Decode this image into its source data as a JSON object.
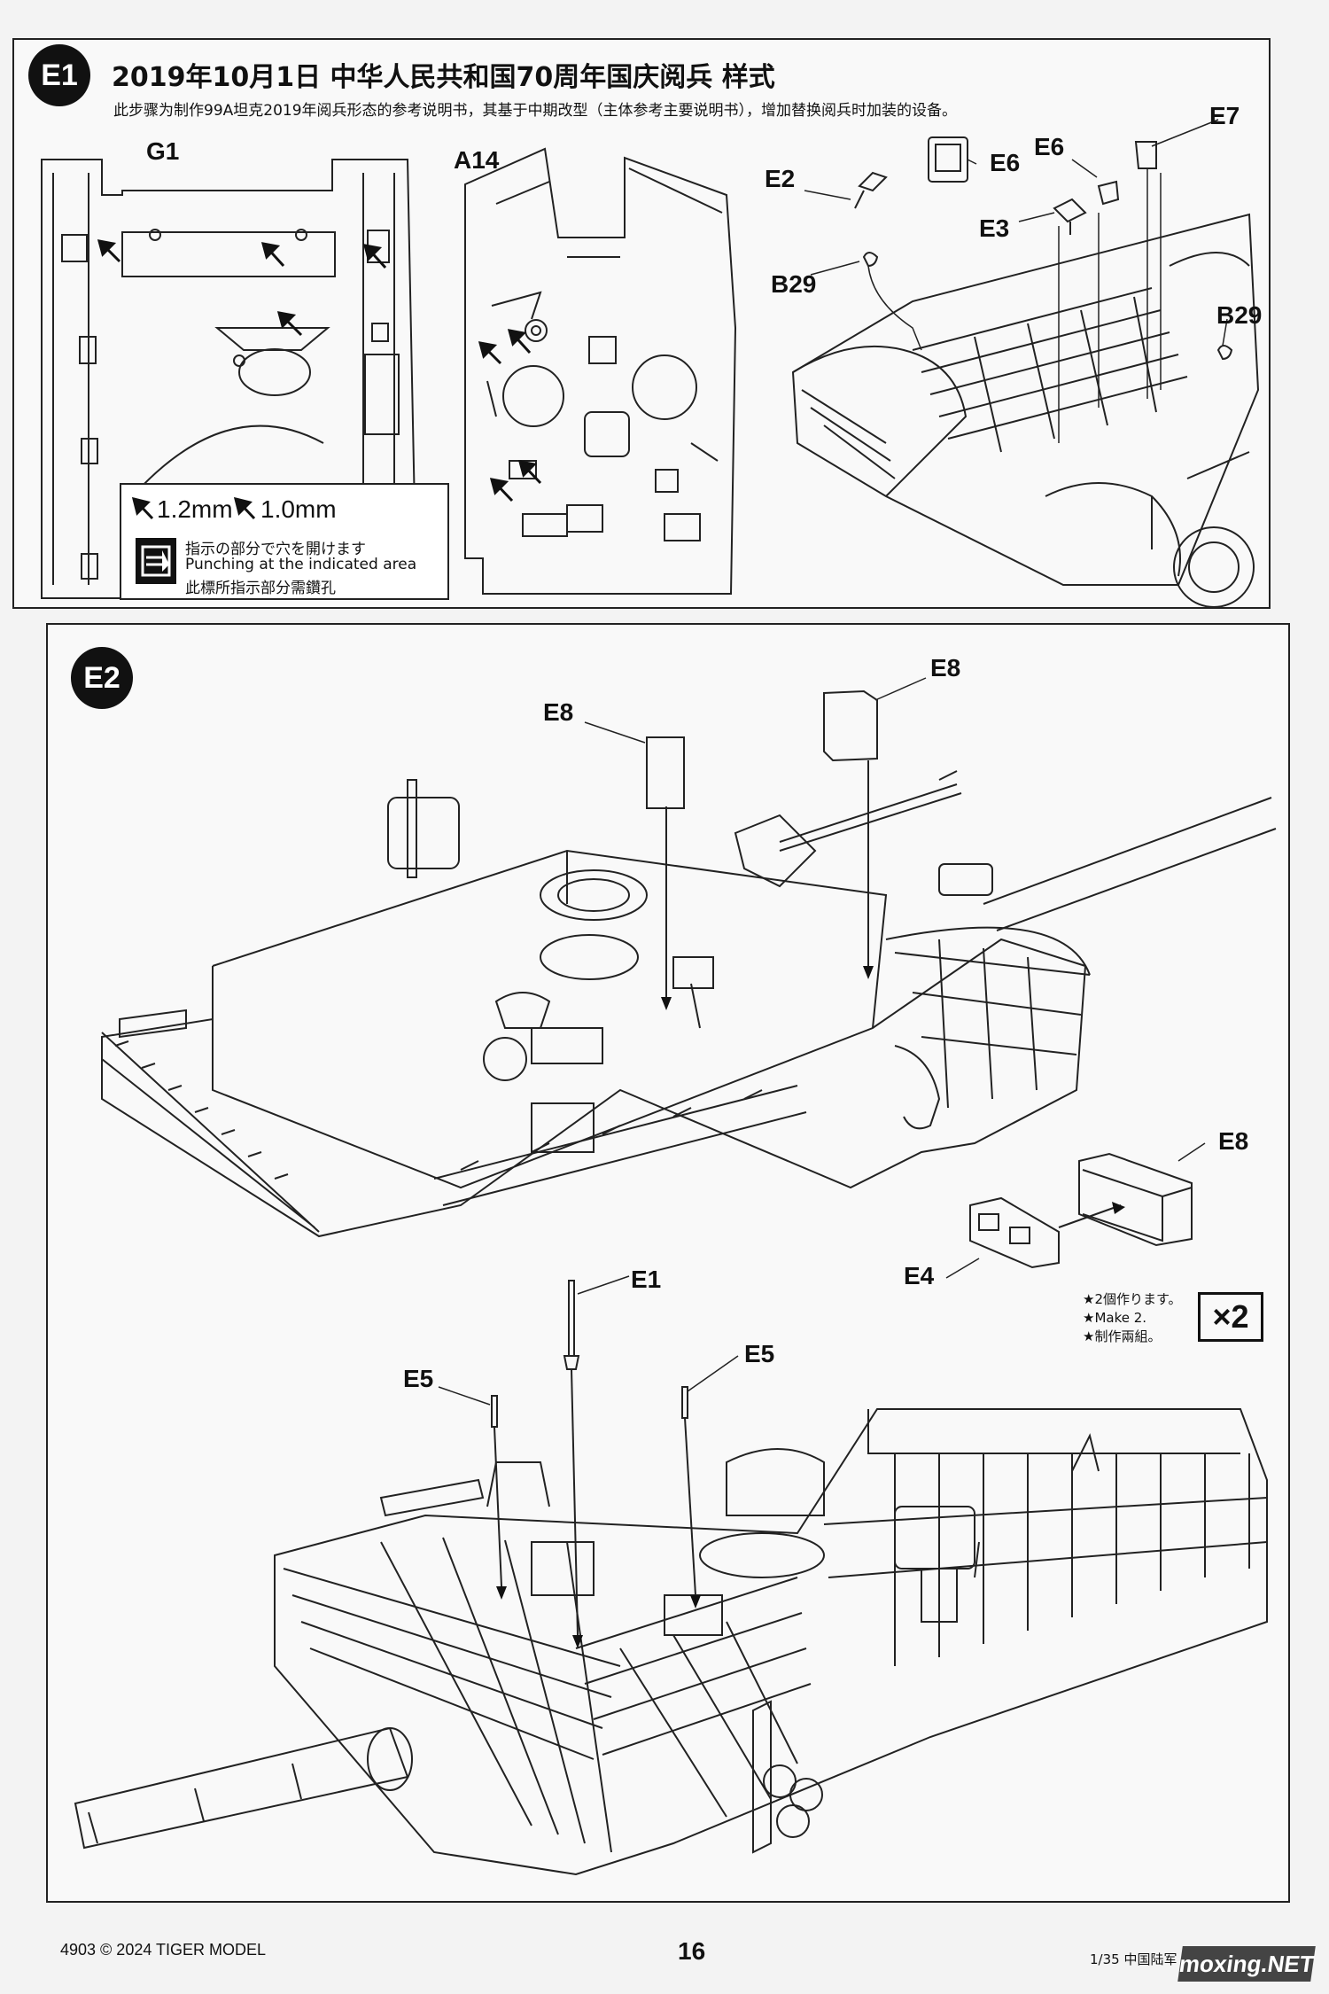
{
  "header": {
    "step_e1": "E1",
    "title": "2019年10月1日 中华人民共和国70周年国庆阅兵 样式",
    "subtitle": "此步骤为制作99A坦克2019年阅兵形态的参考说明书，其基于中期改型（主体参考主要说明书），增加替换阅兵时加装的设备。"
  },
  "e1": {
    "part_g1": "G1",
    "part_a14": "A14",
    "legend": {
      "size_a": "1.2mm",
      "size_b": "1.0mm",
      "note_jp": "指示の部分で穴を開けます",
      "note_en": "Punching at the indicated area",
      "note_zh": "此標所指示部分需鑽孔"
    },
    "callouts": {
      "e2": "E2",
      "e6a": "E6",
      "e6b": "E6",
      "e7": "E7",
      "e3": "E3",
      "b29a": "B29",
      "b29b": "B29"
    }
  },
  "e2": {
    "step_e2": "E2",
    "callouts": {
      "e8a": "E8",
      "e8b": "E8",
      "e8c": "E8",
      "e4": "E4",
      "e1": "E1",
      "e5a": "E5",
      "e5b": "E5"
    },
    "make_note": {
      "jp": "★2個作ります。",
      "en": "★Make 2.",
      "zh": "★制作兩組。"
    },
    "multiplier": "×2"
  },
  "footer": {
    "left": "4903 © 2024 TIGER MODEL",
    "page": "16",
    "right": "1/35 中国陆军 ZTZ-99A主战坦克"
  },
  "watermark": "moxing.NET",
  "icons": [
    "drill-arrow-icon",
    "punch-hole-icon",
    "assembly-arrow-icon"
  ]
}
